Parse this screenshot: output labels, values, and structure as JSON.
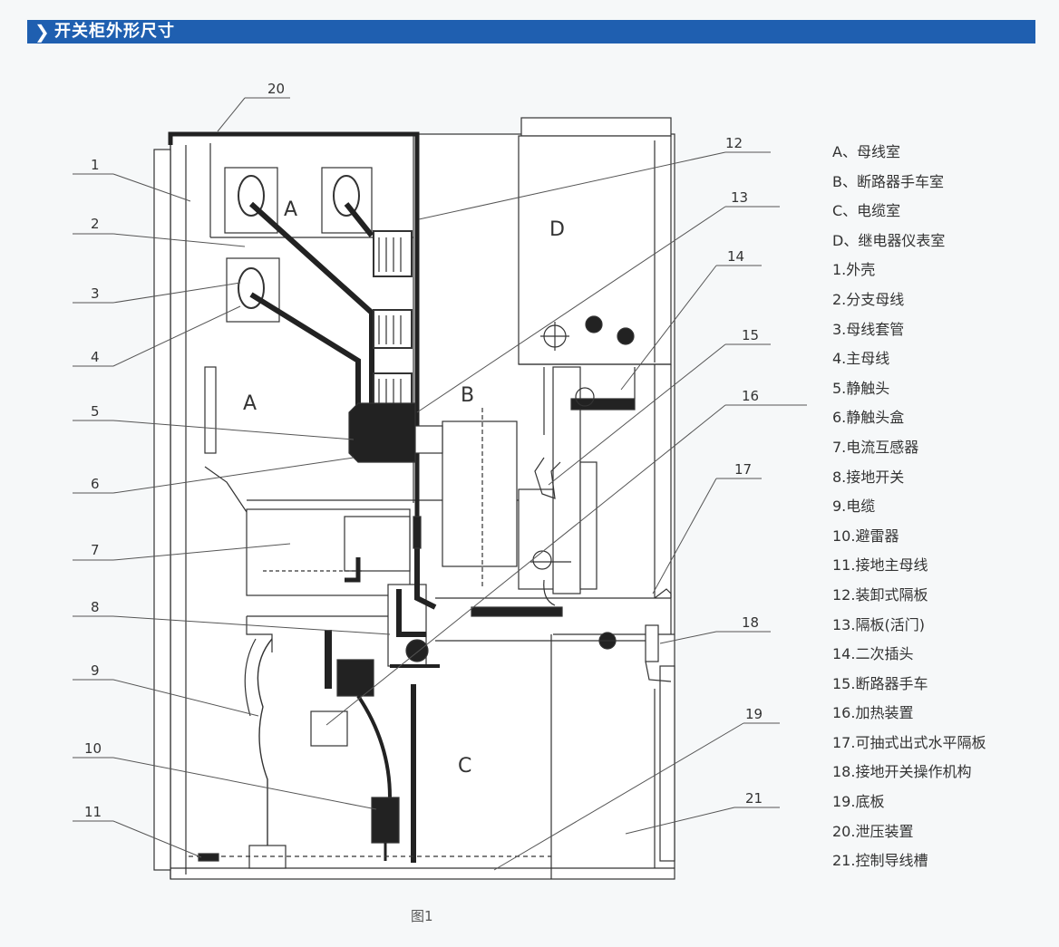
{
  "header": {
    "title": "开关柜外形尺寸"
  },
  "figure": {
    "caption": "图1",
    "room_labels": [
      "A",
      "A",
      "B",
      "C",
      "D"
    ],
    "callouts": [
      "1",
      "2",
      "3",
      "4",
      "5",
      "6",
      "7",
      "8",
      "9",
      "10",
      "11",
      "12",
      "13",
      "14",
      "15",
      "16",
      "17",
      "18",
      "19",
      "20",
      "21"
    ]
  },
  "legend": [
    "A、母线室",
    "B、断路器手车室",
    "C、电缆室",
    "D、继电器仪表室",
    "1.外壳",
    "2.分支母线",
    "3.母线套管",
    "4.主母线",
    "5.静触头",
    "6.静触头盒",
    "7.电流互感器",
    "8.接地开关",
    "9.电缆",
    "10.避雷器",
    "11.接地主母线",
    "12.装卸式隔板",
    "13.隔板(活门)",
    "14.二次插头",
    "15.断路器手车",
    "16.加热装置",
    "17.可抽式出式水平隔板",
    "18.接地开关操作机构",
    "19.底板",
    "20.泄压装置",
    "21.控制导线槽"
  ],
  "colors": {
    "header_bar": "#1f5fb0",
    "line": "#222222",
    "page": "#f6f8f9"
  }
}
